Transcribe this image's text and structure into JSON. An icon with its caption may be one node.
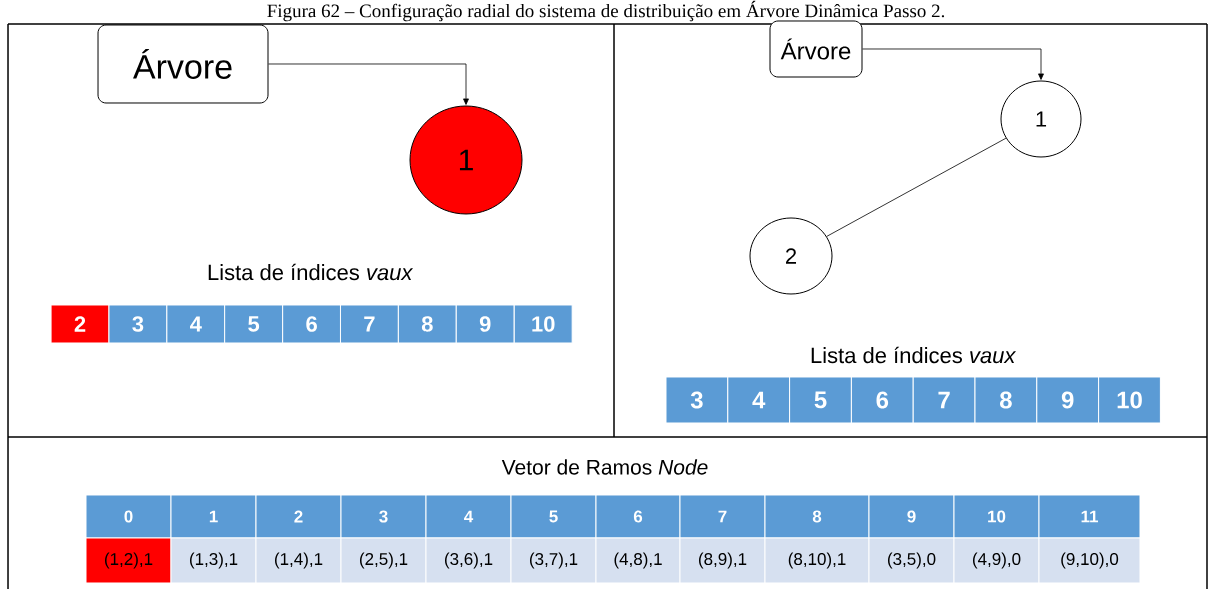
{
  "diagram": {
    "title": "Figura 62 – Configuração radial do sistema de distribuição em Árvore Dinâmica Passo 2.",
    "nodes": [
      {
        "text": [
          "Árvore"
        ]
      },
      {
        "text": [
          "1"
        ]
      },
      {
        "text": [
          "Árvore"
        ]
      },
      {
        "text": [
          "1"
        ]
      },
      {
        "text": [
          "2"
        ]
      }
    ],
    "edges": [
      {
        "from": 0,
        "to": 1,
        "arrow": "to"
      },
      {
        "from": 2,
        "to": 3,
        "arrow": "to"
      },
      {
        "from": 3,
        "to": 4,
        "arrow": "none"
      }
    ],
    "labels": [
      "Lista de índices *vaux*",
      "2",
      "3",
      "4",
      "5",
      "6",
      "7",
      "8",
      "9",
      "10",
      "Lista de índices *vaux*",
      "3",
      "4",
      "5",
      "6",
      "7",
      "8",
      "9",
      "10",
      "Vetor de Ramos *Node*",
      "0",
      "1",
      "2",
      "3",
      "4",
      "5",
      "6",
      "7",
      "8",
      "9",
      "10",
      "11",
      "(1,2),1",
      "(1,3),1",
      "(1,4),1",
      "(2,5),1",
      "(3,6),1",
      "(3,7),1",
      "(4,8),1",
      "(8,9),1",
      "(8,10),1",
      "(3,5),0",
      "(4,9),0",
      "(9,10),0"
    ]
  }
}
